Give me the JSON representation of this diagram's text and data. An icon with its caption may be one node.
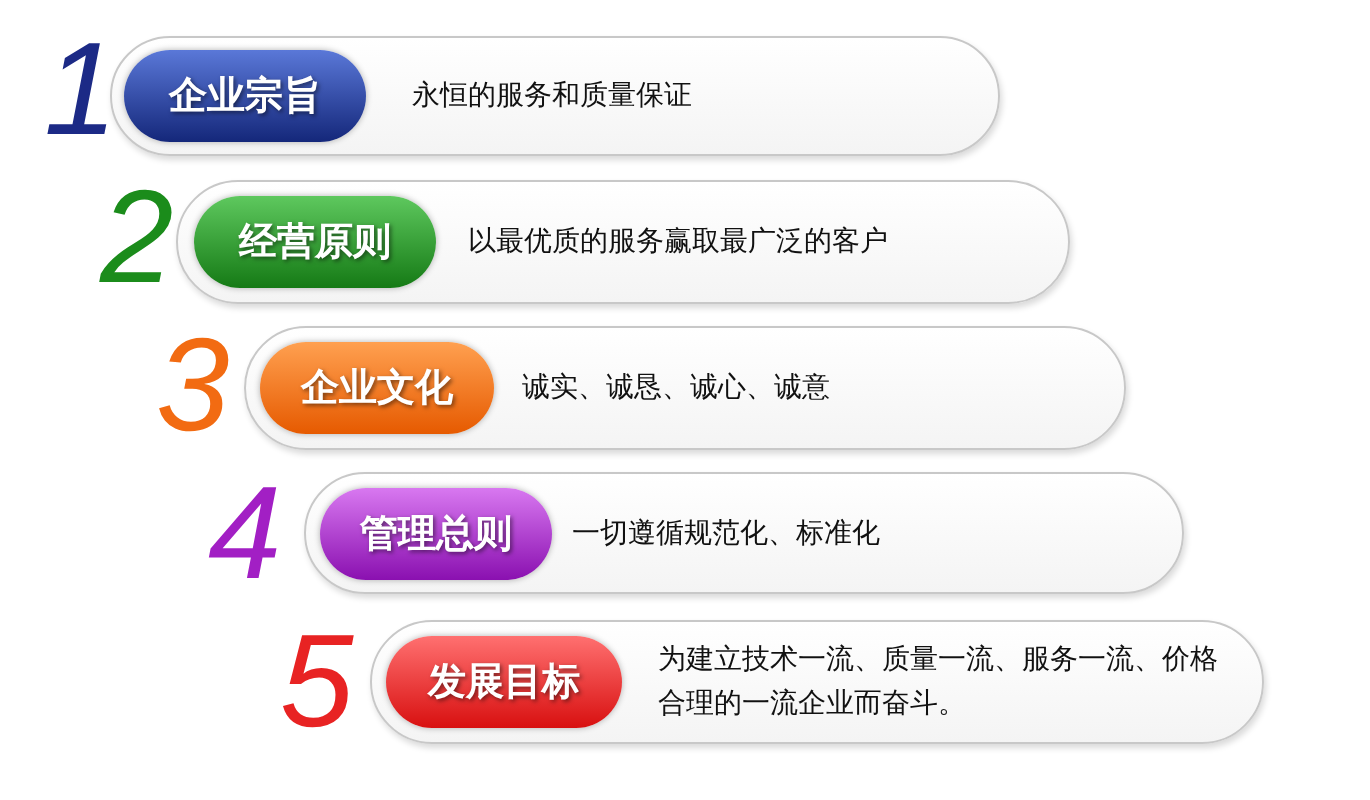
{
  "diagram": {
    "nodes": [
      {
        "text": [
          "永恒的服务和质量保证"
        ],
        "beside": [
          "1"
        ]
      },
      {
        "text": [
          "企业宗旨"
        ],
        "in": 0
      },
      {
        "text": [
          "以最优质的服务赢取最广泛的客户"
        ],
        "beside": [
          "2"
        ]
      },
      {
        "text": [
          "经营原则"
        ],
        "in": 2
      },
      {
        "text": [
          "诚实、诚恳、诚心、诚意"
        ],
        "beside": [
          "3"
        ]
      },
      {
        "text": [
          "企业文化"
        ],
        "in": 4
      },
      {
        "text": [
          "一切遵循规范化、标准化"
        ],
        "beside": [
          "4"
        ]
      },
      {
        "text": [
          "管理总则"
        ],
        "in": 6
      },
      {
        "text": [
          "为建立技术一流、质量一流、服务一流、价格合理的一流企业而奋斗。"
        ],
        "beside": [
          "5"
        ]
      },
      {
        "text": [
          "发展目标"
        ],
        "in": 8
      }
    ]
  }
}
